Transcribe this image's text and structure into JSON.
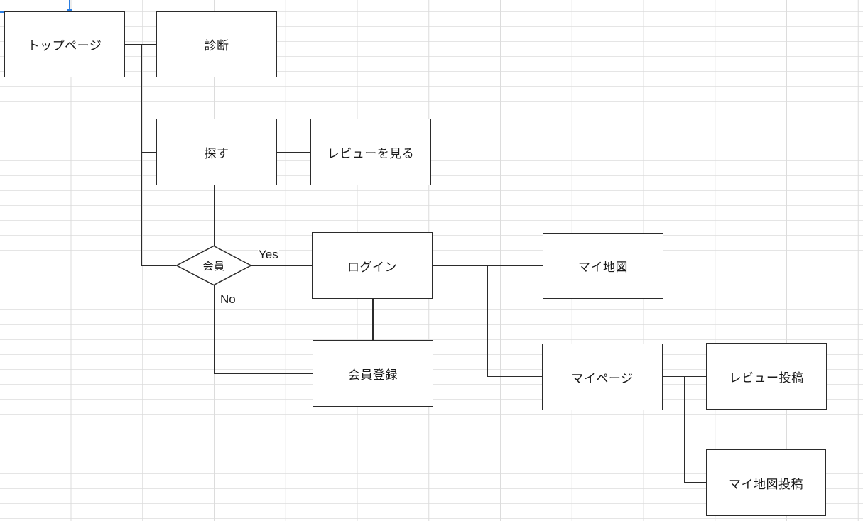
{
  "canvas": {
    "background_color": "#ffffff",
    "grid_horizontal_line_color": "#e5e5e5",
    "grid_vertical_line_color": "#dcdcdc",
    "shape_stroke_color": "#2b2b2b",
    "selection_marker_color": "#2a7de1"
  },
  "nodes": [
    {
      "id": "top-page",
      "shape": "rect",
      "label": "トップページ"
    },
    {
      "id": "shindan",
      "shape": "rect",
      "label": "診断"
    },
    {
      "id": "sagasu",
      "shape": "rect",
      "label": "探す"
    },
    {
      "id": "review-view",
      "shape": "rect",
      "label": "レビューを見る"
    },
    {
      "id": "kaiin",
      "shape": "diamond",
      "label": "会員"
    },
    {
      "id": "login",
      "shape": "rect",
      "label": "ログイン"
    },
    {
      "id": "kaiin-touroku",
      "shape": "rect",
      "label": "会員登録"
    },
    {
      "id": "my-map",
      "shape": "rect",
      "label": "マイ地図"
    },
    {
      "id": "my-page",
      "shape": "rect",
      "label": "マイページ"
    },
    {
      "id": "review-post",
      "shape": "rect",
      "label": "レビュー投稿"
    },
    {
      "id": "my-map-post",
      "shape": "rect",
      "label": "マイ地図投稿"
    }
  ],
  "edge_labels": {
    "yes": "Yes",
    "no": "No"
  },
  "edges": [
    {
      "from": "トップページ",
      "to": "診断"
    },
    {
      "from": "トップページ",
      "to": "探す"
    },
    {
      "from": "トップページ",
      "to": "会員"
    },
    {
      "from": "診断",
      "to": "探す"
    },
    {
      "from": "探す",
      "to": "レビューを見る"
    },
    {
      "from": "探す",
      "to": "会員"
    },
    {
      "from": "会員",
      "to": "ログイン",
      "label": "Yes"
    },
    {
      "from": "会員",
      "to": "会員登録",
      "label": "No"
    },
    {
      "from": "ログイン",
      "to": "会員登録"
    },
    {
      "from": "ログイン",
      "to": "マイ地図"
    },
    {
      "from": "ログイン",
      "to": "マイページ"
    },
    {
      "from": "マイページ",
      "to": "レビュー投稿"
    },
    {
      "from": "マイページ",
      "to": "マイ地図投稿"
    }
  ]
}
